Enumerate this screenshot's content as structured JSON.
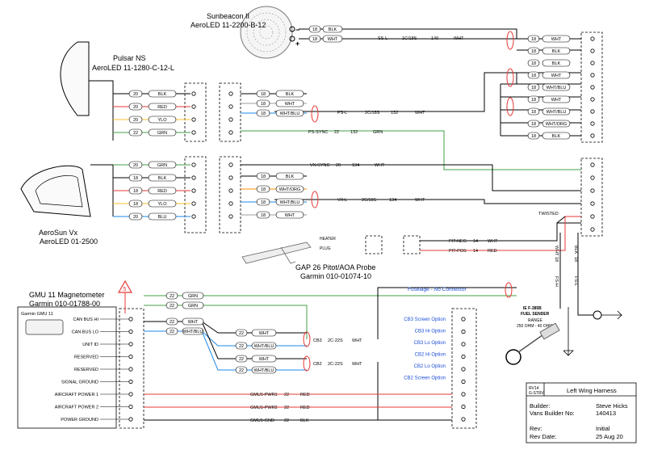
{
  "devices": {
    "sunbeacon": {
      "name": "Sunbeacon II",
      "part": "AeroLED 11-2200-B-12"
    },
    "pulsar": {
      "name": "Pulsar NS",
      "part": "AeroLED 11-1280-C-12-L"
    },
    "aerosun": {
      "name": "AeroSun Vx",
      "part": "AeroLED 01-2500"
    },
    "gap26": {
      "name": "GAP 26 Pitot/AOA Probe",
      "part": "Garmin 010-01074-10"
    },
    "gmu11": {
      "name": "GMU 11 Magnetometer",
      "part": "Garmin 010-01788-00",
      "box_title": "Garmin GMU 11"
    },
    "fuel": {
      "line1": "IE F-385B",
      "line2": "FUEL SENDER",
      "line3": "RANGE",
      "line4": "250 OHM - 40 OHM"
    }
  },
  "gmu_pins": [
    "CAN BUS HI",
    "CAN BUS LO",
    "UNIT ID",
    "RESERVED",
    "RESERVED",
    "SIGNAL GROUND",
    "AIRCRAFT POWER 1",
    "AIRCRAFT POWER 2",
    "POWER GROUND"
  ],
  "pulsar_wires": [
    {
      "gauge": "20",
      "color": "BLK"
    },
    {
      "gauge": "20",
      "color": "RED"
    },
    {
      "gauge": "20",
      "color": "YLO"
    },
    {
      "gauge": "22",
      "color": "GRN"
    }
  ],
  "aerosun_wires": [
    {
      "gauge": "20",
      "color": "GRN"
    },
    {
      "gauge": "18",
      "color": "BLK"
    },
    {
      "gauge": "18",
      "color": "RED"
    },
    {
      "gauge": "18",
      "color": "YLO"
    },
    {
      "gauge": "20",
      "color": "BLU"
    }
  ],
  "sunbeacon_wires": [
    {
      "gauge": "18",
      "color": "BLK"
    },
    {
      "gauge": "18",
      "color": "WHT"
    }
  ],
  "mid_wires_top": [
    {
      "gauge": "18",
      "color": "BLK"
    },
    {
      "gauge": "18",
      "color": "WHT"
    },
    {
      "gauge": "18",
      "color": "WHT/BLU"
    }
  ],
  "mid_wires_bot": [
    {
      "gauge": "18",
      "color": "BLK"
    },
    {
      "gauge": "18",
      "color": "WHT/ORG"
    },
    {
      "gauge": "18",
      "color": "WHT/BLU"
    },
    {
      "gauge": "18",
      "color": "WHT"
    }
  ],
  "cables": {
    "ssl": {
      "name": "SS-L",
      "type": "1C/18S",
      "len": "140",
      "color": "WHT"
    },
    "psl": {
      "name": "PS-L",
      "type": "2C/18S",
      "len": "132",
      "color": "WHT"
    },
    "pssync": {
      "name": "PS-SYNC",
      "gauge": "22",
      "len": "132",
      "color": "GRN"
    },
    "vxsync": {
      "name": "VX-SYNC",
      "gauge": "20",
      "len": "134",
      "color": "WHT"
    },
    "vxl": {
      "name": "VX-L",
      "type": "2C/18S",
      "len": "134",
      "color": "WHT"
    },
    "pitneg": {
      "name": "PIT-NEG",
      "gauge": "14",
      "color": "WHT"
    },
    "pitpos": {
      "name": "PIT-POS",
      "gauge": "14",
      "color": "RED"
    },
    "twisted": "TWISTED",
    "cb3": {
      "name": "CB3",
      "type": "2C-22S",
      "color": "WHT"
    },
    "cb2": {
      "name": "CB2",
      "type": "2C-22S",
      "color": "WHT"
    },
    "gmu_pwr1": {
      "name": "GMU1-PWR1",
      "gauge": "22",
      "color": "RED"
    },
    "gmu_pwr2": {
      "name": "GMU1-PWR2",
      "gauge": "22",
      "color": "RED"
    },
    "gmu_gnd": {
      "name": "GMU1-GND",
      "gauge": "22",
      "color": "BLK"
    },
    "fsh": {
      "name": "FS-H",
      "gauge": "18",
      "color": "WHT"
    },
    "fsl": {
      "name": "FS-L",
      "gauge": "18",
      "color": "BLK"
    }
  },
  "gmu_wires": [
    {
      "gauge": "22",
      "color": "GRN"
    },
    {
      "gauge": "22",
      "color": "GRN"
    },
    {
      "gauge": "22",
      "color": "WHT"
    },
    {
      "gauge": "22",
      "color": "WHT/BLU"
    }
  ],
  "cb_wires": [
    {
      "gauge": "22",
      "color": "WHT"
    },
    {
      "gauge": "22",
      "color": "WHT/BLU"
    },
    {
      "gauge": "22",
      "color": "WHT"
    },
    {
      "gauge": "22",
      "color": "WHT/BLU"
    }
  ],
  "right_conn_a": [
    {
      "gauge": "18",
      "color": "WHT"
    },
    {
      "gauge": "18",
      "color": "BLK"
    },
    {
      "gauge": "18",
      "color": "BLK"
    },
    {
      "gauge": "18",
      "color": "WHT"
    },
    {
      "gauge": "18",
      "color": "WHT/BLU"
    },
    {
      "gauge": "18",
      "color": "WHT"
    },
    {
      "gauge": "18",
      "color": "WHT/BLU"
    },
    {
      "gauge": "18",
      "color": "WHT/ORG"
    },
    {
      "gauge": "18",
      "color": "BLK"
    }
  ],
  "fuselage": "Fuselage - No Connector",
  "cb_options": [
    "CB3 Screen Option",
    "CB3 Hi Option",
    "CB3 Lo Option",
    "CB2 Hi Option",
    "CB2 Lo Option",
    "CB2 Screen Option"
  ],
  "title_block": {
    "rev_code": "RV14",
    "model": "G-STRV",
    "title": "Left Wing Harness",
    "builder_label": "Builder:",
    "builder": "Steve Hicks",
    "vans_label": "Vans Builder No:",
    "vans_no": "140413",
    "rev_label": "Rev:",
    "rev": "Initial",
    "date_label": "Rev Date:",
    "date": "25 Aug 20"
  },
  "gap_conn_labels": [
    "HEATER",
    "PLUG"
  ],
  "colors": {
    "red": "#e53935",
    "blue": "#1e88e5",
    "green": "#43a047",
    "yellow": "#fbc02d",
    "orange": "#fb8c00",
    "black": "#000000",
    "blueText": "#1d4fd8"
  }
}
